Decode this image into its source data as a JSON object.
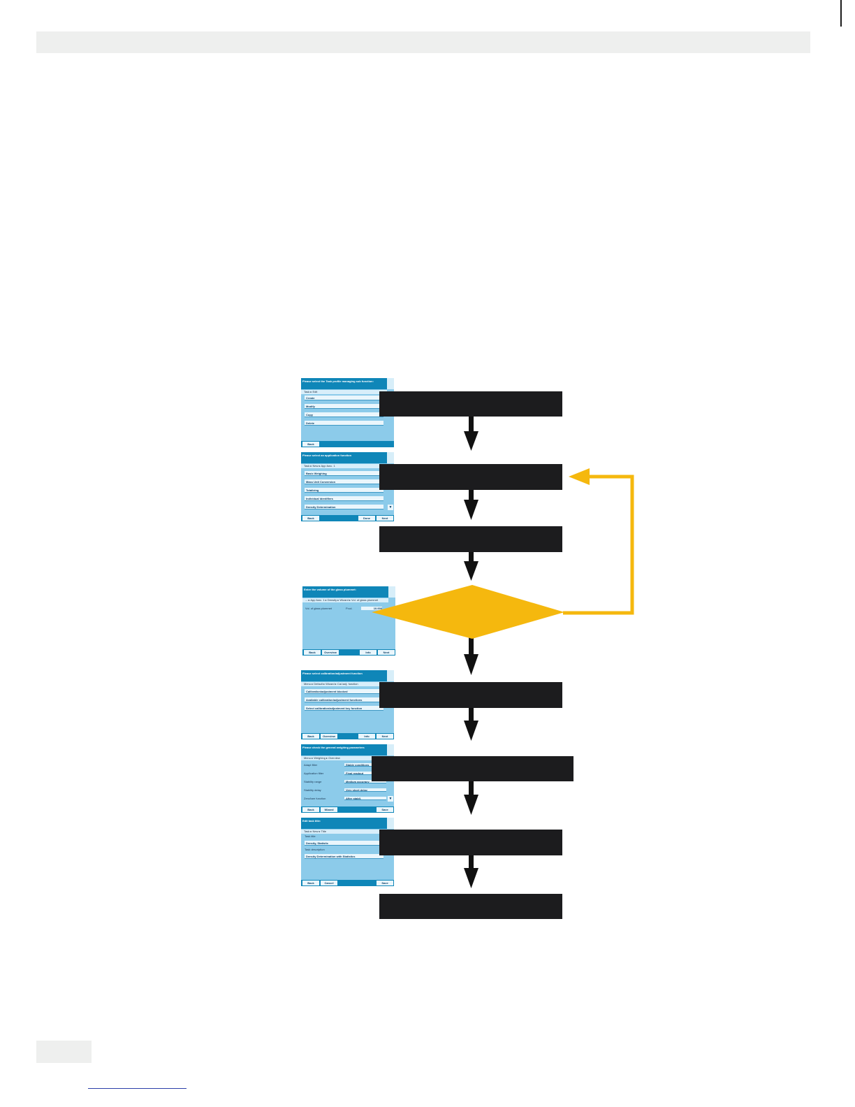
{
  "screens": {
    "s1": {
      "title": "Please select the Task profile managing sub function:",
      "crumb": "Task ▸ Edit",
      "items": [
        "Create",
        "Modify",
        "Copy",
        "Delete"
      ],
      "buttons": [
        "Back"
      ]
    },
    "s2": {
      "title": "Please select an application function",
      "crumb": "Task ▸ New ▸ App.func. 1",
      "items": [
        "Basic Weighing",
        "Mass Unit Conversion",
        "Totalizing",
        "Individual identifiers",
        "Density Determination"
      ],
      "buttons": [
        "Back",
        "Done",
        "Next"
      ],
      "scroll": "▼"
    },
    "s3": {
      "title": "Enter the volume of the glass plummet:",
      "crumb": "... ▸ App.func. 1 ▸ Density ▸ Wizard ▸ Vol. of glass plummet",
      "field_label": "Vol. of glass plummet",
      "field_unit": "P.vol.",
      "field_value": "10.000",
      "buttons": [
        "Back",
        "Overview",
        "Info",
        "Next"
      ]
    },
    "s4": {
      "title": "Please select calibration/adjustment function",
      "crumb": "Menu ▸ Default ▸ Wizard ▸ Cal./adj. function",
      "items": [
        "Calibration/adjustment blocked",
        "Available calibration/adjustment functions",
        "Select calibration/adjustment key function"
      ],
      "buttons": [
        "Back",
        "Overview",
        "Info",
        "Next"
      ]
    },
    "s5": {
      "title": "Please check the general weighing parameters",
      "crumb": "Menu ▸ Weighing ▸ Overview",
      "rows": [
        {
          "label": "Adapt filter",
          "value": "Stable conditions"
        },
        {
          "label": "Application filter",
          "value": "Final readout"
        },
        {
          "label": "Stability range",
          "value": "Medium accuracy"
        },
        {
          "label": "Stability delay",
          "value": "Very short delay"
        },
        {
          "label": "Zero/tare function",
          "value": "After stabil."
        }
      ],
      "buttons": [
        "Back",
        "Wizard",
        "Save"
      ],
      "scroll": "▼"
    },
    "s6": {
      "title": "Edit task title:",
      "crumb": "Task ▸ New ▸ Title",
      "fields": [
        {
          "label": "Task title",
          "value": "Density, Statistic"
        },
        {
          "label": "Task description",
          "value": "Density Determination with Statistics"
        }
      ],
      "buttons": [
        "Back",
        "Cancel",
        "Save"
      ]
    }
  },
  "colors": {
    "step_box": "#1c1c1e",
    "arrow": "#111111",
    "decision": "#f5b80e",
    "loop_line": "#f5b80e",
    "screen_bg": "#8ccbea",
    "screen_header": "#0f86b8"
  }
}
